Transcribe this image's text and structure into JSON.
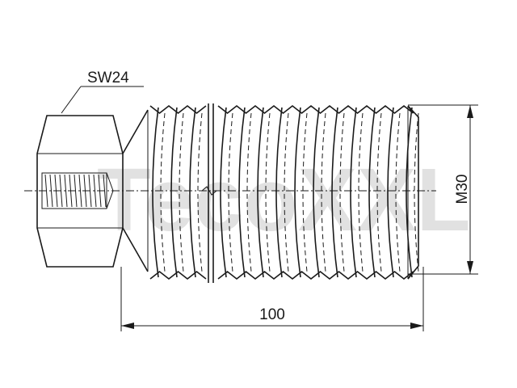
{
  "labels": {
    "wrench_size": "SW24",
    "length": "100",
    "thread": "M30"
  },
  "watermark": "TecoXXL",
  "colors": {
    "line": "#1a1a1a",
    "watermark": "#bdbdbd",
    "background": "#ffffff"
  }
}
